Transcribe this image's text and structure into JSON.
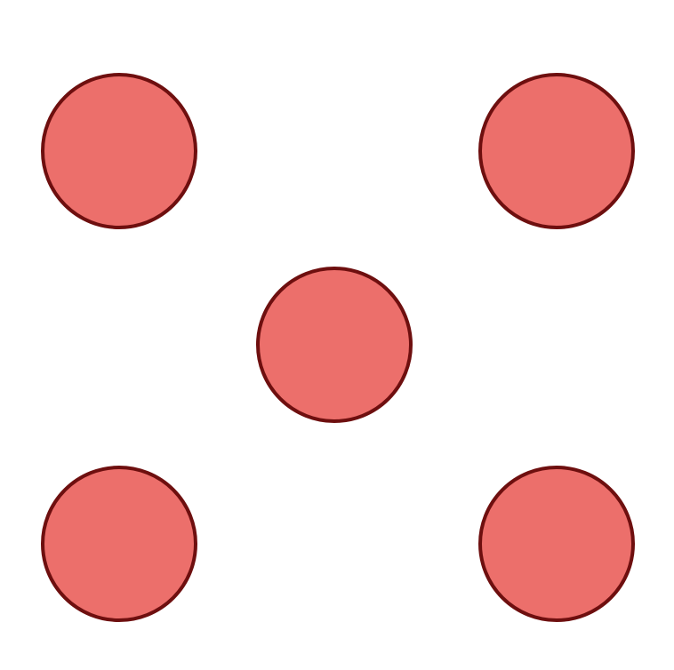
{
  "figure": {
    "shape": "circle",
    "count": 5,
    "arrangement": "quincunx",
    "fill_color": "#ec6f6b",
    "stroke_color": "#6e0f0f",
    "background_color": "#ffffff",
    "dots": [
      {
        "id": "top-left"
      },
      {
        "id": "top-right"
      },
      {
        "id": "center"
      },
      {
        "id": "bottom-left"
      },
      {
        "id": "bottom-right"
      }
    ]
  }
}
